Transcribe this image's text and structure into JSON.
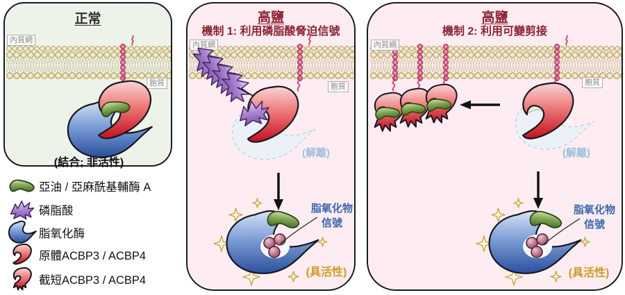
{
  "colors": {
    "panel_normal_bg": "#edf3e9",
    "panel_salt_bg": "#fdedf2",
    "header_red": "#8c2333",
    "dissociated_blue": "#9cbfe0",
    "active_gold": "#cf9a25",
    "signal_blue": "#4068ae",
    "membrane_tan": "#e6daa6",
    "anchor_pink": "#d04a7c",
    "lipoxygenase_blue": "#2b4f9e",
    "acbp_red": "#c0121f",
    "acyl_coa_green": "#48702a",
    "phosphatidic_acid_purple": "#7c4fa8"
  },
  "panel_normal": {
    "title": "正常",
    "er_label": "內質網",
    "cytosol_label": "胞質",
    "caption": "(結合; 非活性)"
  },
  "panel_mech1": {
    "title": "高鹽",
    "subtitle": "機制 1: 利用磷脂酸脅迫信號",
    "er_label": "內質網",
    "cytosol_label": "胞質",
    "dissociated_label": "(解離)",
    "signal_label_line1": "脂氧化物",
    "signal_label_line2": "信號",
    "active_label": "(具活性)"
  },
  "panel_mech2": {
    "title": "高鹽",
    "subtitle": "機制 2: 利用可變剪接",
    "er_label": "內質網",
    "cytosol_label": "胞質",
    "dissociated_label": "(解離)",
    "signal_label_line1": "脂氧化物",
    "signal_label_line2": "信號",
    "active_label": "(具活性)"
  },
  "legend": {
    "items": [
      {
        "icon": "acyl-coa-icon",
        "label": "亞油 / 亞麻酰基輔酶 A"
      },
      {
        "icon": "phosphatidic-acid-icon",
        "label": "磷脂酸"
      },
      {
        "icon": "lipoxygenase-icon",
        "label": "脂氧化酶"
      },
      {
        "icon": "full-length-acbp-icon",
        "label": "原體ACBP3 / ACBP4"
      },
      {
        "icon": "truncated-acbp-icon",
        "label": "截短ACBP3 / ACBP4"
      }
    ]
  }
}
